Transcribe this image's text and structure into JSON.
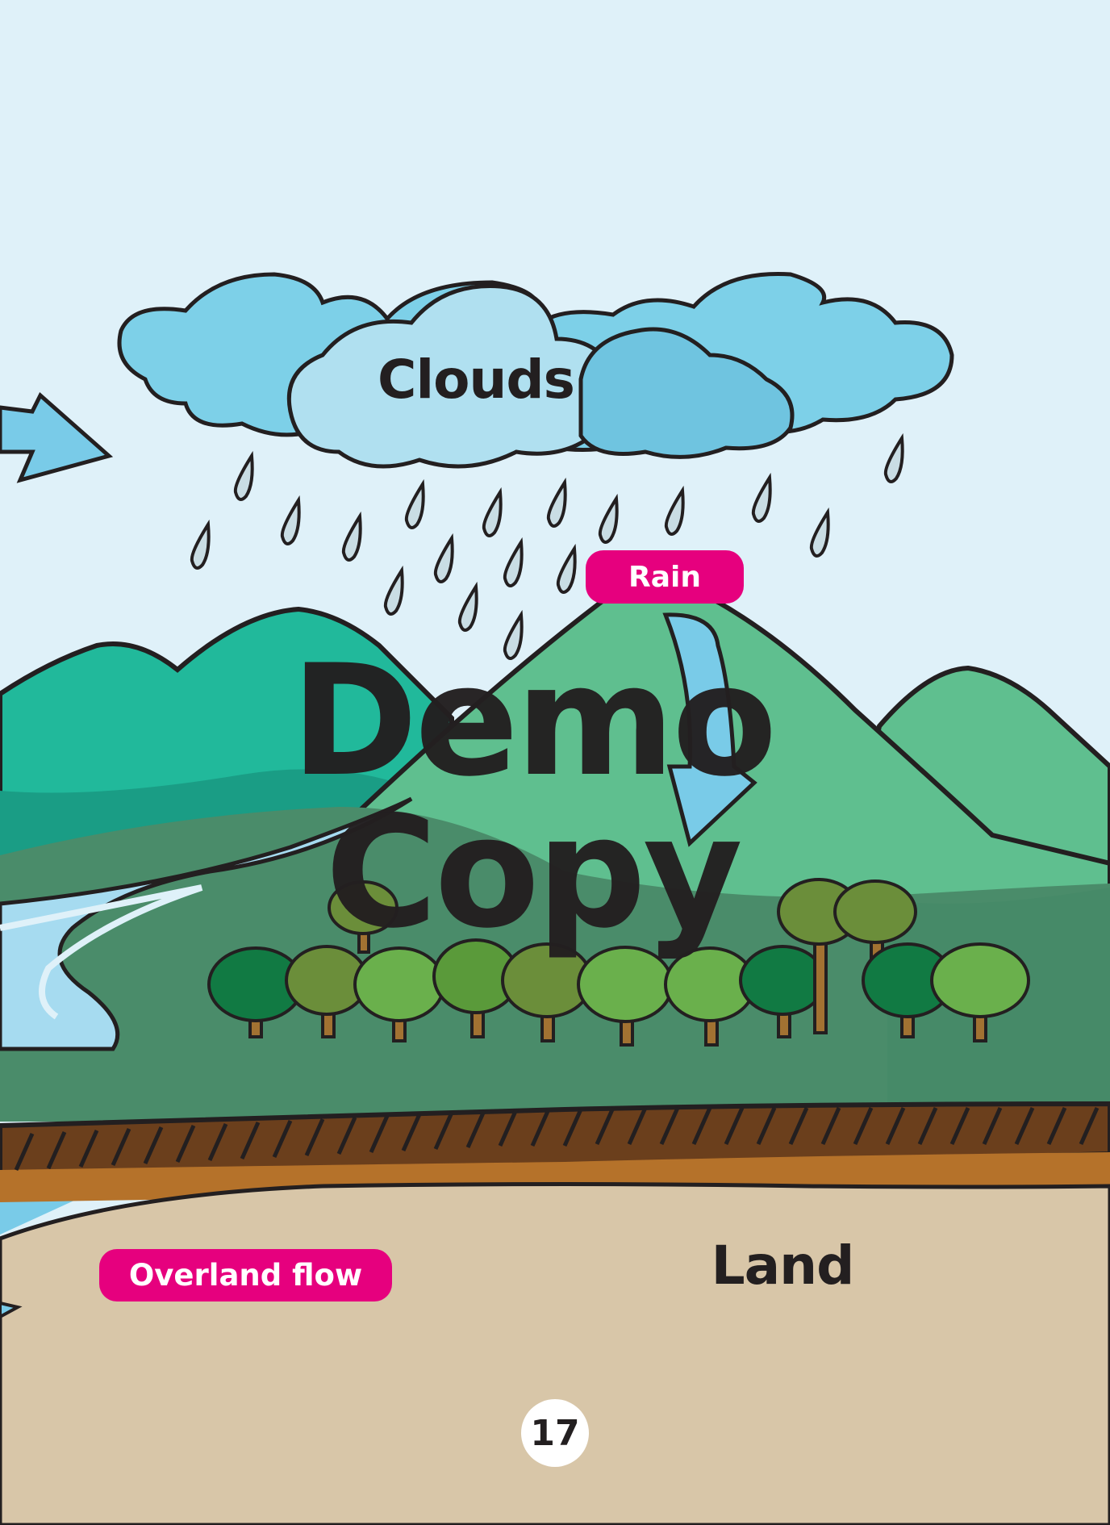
{
  "diagram": {
    "labels": {
      "clouds": "Clouds",
      "rain": "Rain",
      "land": "Land",
      "overland_flow": "Overland flow"
    },
    "watermark": "Demo Copy",
    "page_number": "17"
  },
  "colors": {
    "sky": "#dff1f9",
    "cloud": "#7dd0e8",
    "label_pill": "#e6007e",
    "arrow": "#79cbe8",
    "mountain_left": "#21b99b",
    "mountain_right": "#5fbf8f",
    "valley": "#4a8c6a",
    "soil": "#6b3f1c",
    "ground": "#d8c6a8",
    "river": "#a6dbf0"
  }
}
